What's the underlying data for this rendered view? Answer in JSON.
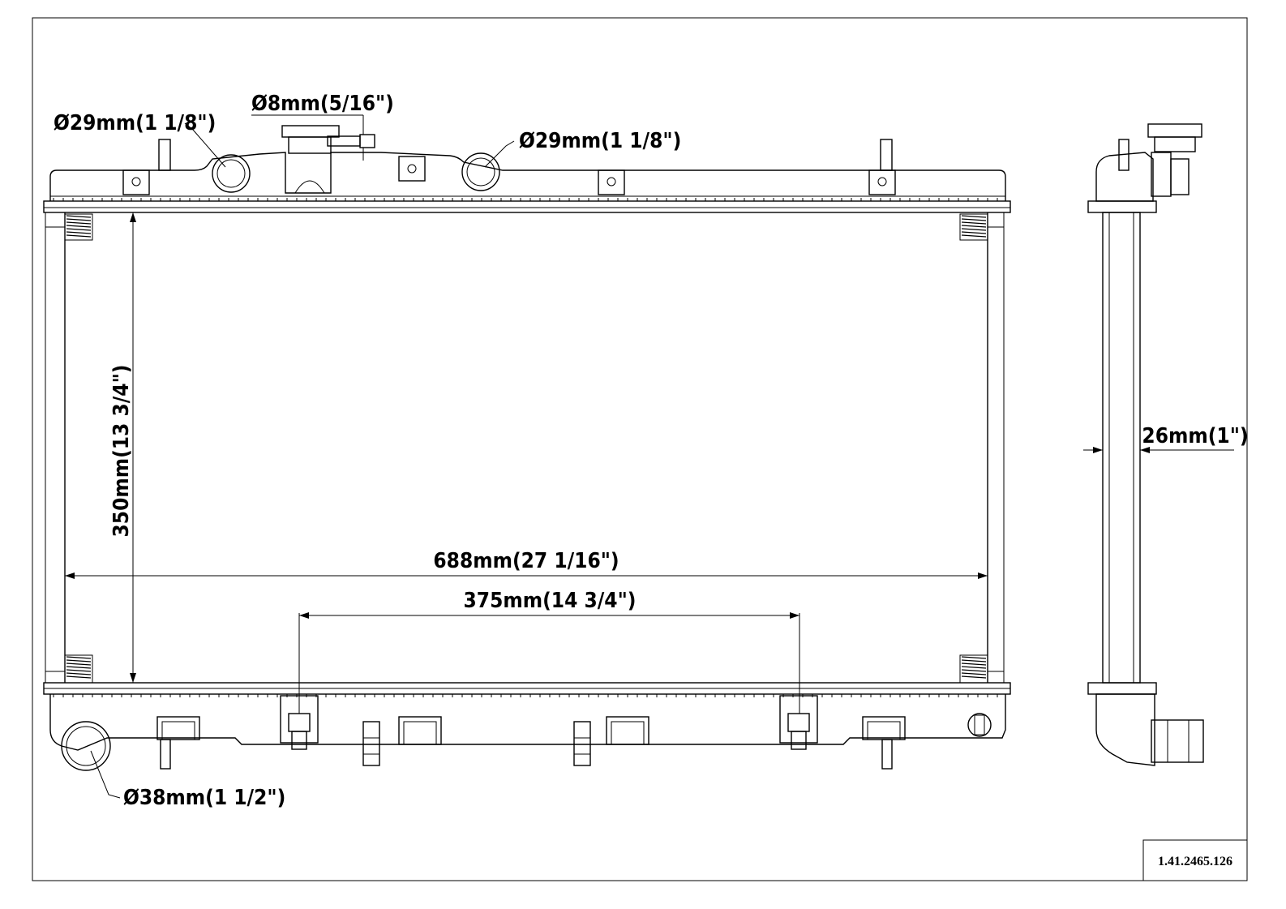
{
  "dimensions": {
    "top_left_inlet": "Ø29mm(1 1/8\")",
    "overflow_nipple": "Ø8mm(5/16\")",
    "top_right_inlet": "Ø29mm(1 1/8\")",
    "core_height": "350mm(13 3/4\")",
    "core_width": "688mm(27 1/16\")",
    "mount_spacing": "375mm(14 3/4\")",
    "outlet": "Ø38mm(1 1/2\")",
    "core_thickness": "26mm(1\")"
  },
  "title_block": {
    "part_number": "1.41.2465.126"
  }
}
